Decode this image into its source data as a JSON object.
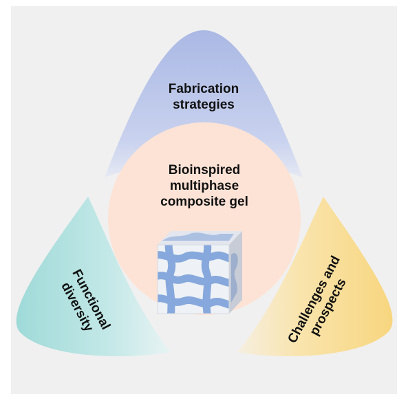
{
  "center": {
    "line1": "Bioinspired",
    "line2": "multiphase",
    "line3": "composite gel"
  },
  "lobes": {
    "top": {
      "line1": "Fabrication",
      "line2": "strategies"
    },
    "left": {
      "line1": "Functional",
      "line2": "diversity"
    },
    "right": {
      "line1": "Challenges and",
      "line2": "prospects"
    }
  },
  "colors": {
    "panel_background": "#f0f0f0",
    "top_lobe": "#aab8e4",
    "left_lobe": "#a8dddc",
    "right_lobe": "#f7d98a",
    "center_circle": "#fde3d6",
    "gel_pattern": "#86a8dc",
    "gel_background": "#eef1f5"
  },
  "icons": {
    "center_icon": "porous-gel-cube-icon"
  }
}
